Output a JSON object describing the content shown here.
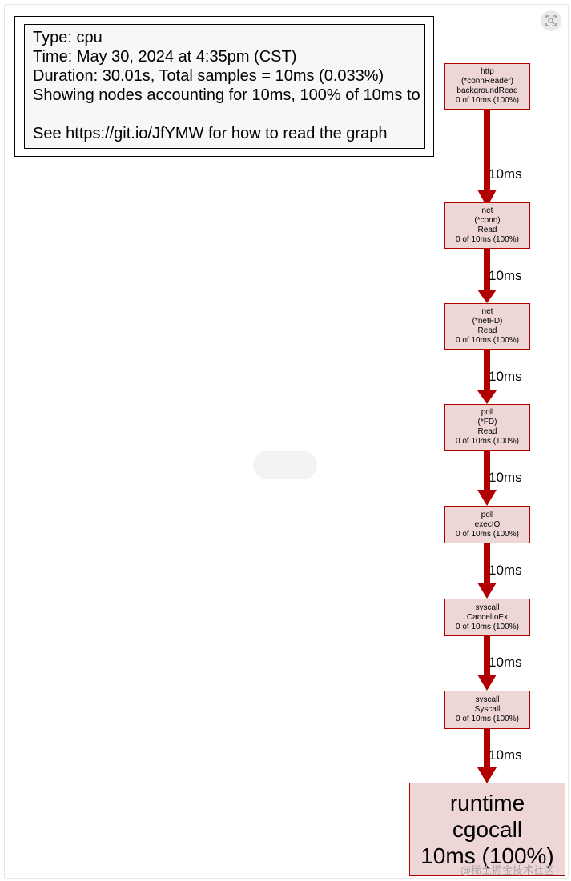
{
  "legend": {
    "lines": [
      "Type: cpu",
      "Time: May 30, 2024 at 4:35pm (CST)",
      "Duration: 30.01s, Total samples = 10ms (0.033%)",
      "Showing nodes accounting for 10ms, 100% of 10ms to",
      "See https://git.io/JfYMW for how to read the graph"
    ]
  },
  "nodes": [
    {
      "lines": [
        "http",
        "(*connReader)",
        "backgroundRead",
        "0 of 10ms (100%)"
      ]
    },
    {
      "lines": [
        "net",
        "(*conn)",
        "Read",
        "0 of 10ms (100%)"
      ]
    },
    {
      "lines": [
        "net",
        "(*netFD)",
        "Read",
        "0 of 10ms (100%)"
      ]
    },
    {
      "lines": [
        "poll",
        "(*FD)",
        "Read",
        "0 of 10ms (100%)"
      ]
    },
    {
      "lines": [
        "poll",
        "execIO",
        "0 of 10ms (100%)"
      ]
    },
    {
      "lines": [
        "syscall",
        "CancelIoEx",
        "0 of 10ms (100%)"
      ]
    },
    {
      "lines": [
        "syscall",
        "Syscall",
        "0 of 10ms (100%)"
      ]
    },
    {
      "lines": [
        "runtime",
        "cgocall",
        "10ms (100%)"
      ]
    }
  ],
  "edges": [
    "10ms",
    "10ms",
    "10ms",
    "10ms",
    "10ms",
    "10ms",
    "10ms"
  ],
  "colors": {
    "node_fill": "#edd6d5",
    "node_border": "#b20000",
    "edge": "#b20000"
  },
  "icons": {
    "corner": "image-search-icon"
  },
  "watermark": "@稀土掘金技术社区"
}
